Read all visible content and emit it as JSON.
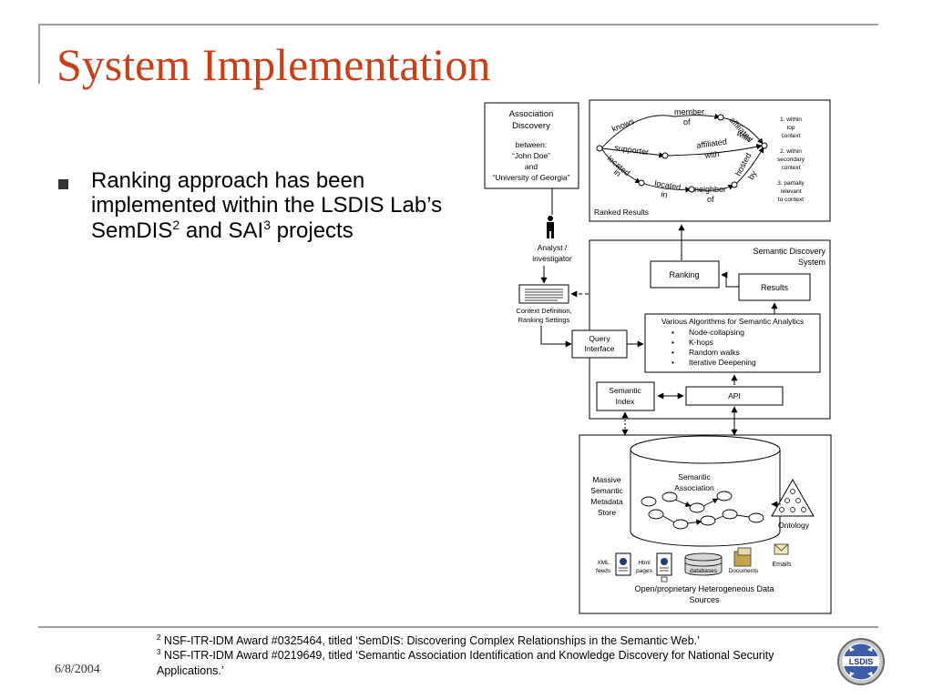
{
  "slide": {
    "title": "System Implementation",
    "bullet": {
      "part1": "Ranking approach has been implemented within the LSDIS Lab’s SemDIS",
      "sup1": "2",
      "part2": " and SAI",
      "sup2": "3",
      "part3": " projects"
    },
    "footnotes": [
      {
        "num": "2",
        "text": " NSF-ITR-IDM Award #0325464, titled ‘SemDIS: Discovering Complex Relationships in the Semantic Web.’"
      },
      {
        "num": "3",
        "text": " NSF-ITR-IDM Award #0219649, titled ‘Semantic Association Identification and Knowledge Discovery for National Security Applications.’"
      }
    ],
    "date": "6/8/2004",
    "logo_text": "LSDIS"
  },
  "diagram": {
    "assoc_box": {
      "line1": "Association",
      "line2": "Discovery",
      "line3": "between:",
      "line4": "“John Doe”",
      "line5": "and",
      "line6": "“University of Georgia”"
    },
    "analyst": {
      "line1": "Analyst /",
      "line2": "investigator"
    },
    "context": {
      "line1": "Context Definition,",
      "line2": "Ranking Settings"
    },
    "ranked_results": {
      "label": "Ranked Results",
      "edges": {
        "knows": "knows",
        "member": "member",
        "of1": "of",
        "affiliated1": "affiliated",
        "with1": "with",
        "supporter": "supporter",
        "affiliated2": "affiliated",
        "with2": "with",
        "located1": "located",
        "in1": "in",
        "located2": "located",
        "in2": "in",
        "neighbor": "neighbor",
        "of2": "of",
        "hosted": "hosted",
        "by": "by"
      },
      "notes": {
        "n1a": "1. within",
        "n1b": "top",
        "n1c": "context",
        "n2a": "2. within",
        "n2b": "secondary",
        "n2c": "context",
        "n3a": "3. partially",
        "n3b": "relevant",
        "n3c": "to context"
      }
    },
    "sds": {
      "title1": "Semantic Discovery",
      "title2": "System",
      "ranking": "Ranking",
      "results": "Results",
      "algorithms_title": "Various Algorithms for Semantic Analytics",
      "algorithms": [
        "Node-collapsing",
        "K-hops",
        "Random walks",
        "Iterative Deepening"
      ],
      "query1": "Query",
      "query2": "Interface",
      "index1": "Semantic",
      "index2": "Index",
      "api": "API"
    },
    "store": {
      "massive": [
        "Massive",
        "Semantic",
        "Metadata",
        "Store"
      ],
      "assoc1": "Semantic",
      "assoc2": "Association",
      "ontology": "Ontology",
      "emails": "Emails",
      "xml1": "XML",
      "xml2": "feeds",
      "html1": "Html",
      "html2": "pages",
      "databases": "databases",
      "documents": "Documents",
      "sources1": "Open/proprietary Heterogeneous Data",
      "sources2": "Sources"
    }
  }
}
